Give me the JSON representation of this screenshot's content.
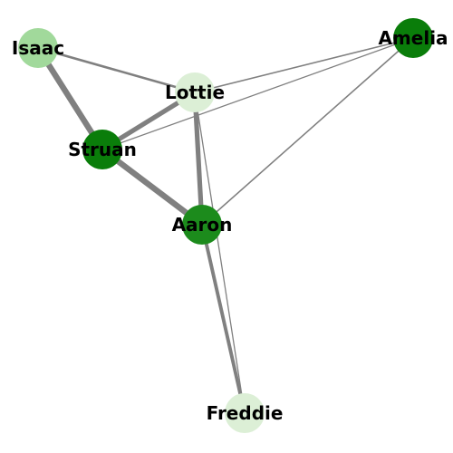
{
  "nodes": [
    {
      "id": "isaac",
      "label": "Isaac",
      "color": "#a1d99b"
    },
    {
      "id": "amelia",
      "label": "Amelia",
      "color": "#0a7d0a"
    },
    {
      "id": "lottie",
      "label": "Lottie",
      "color": "#dcefd6"
    },
    {
      "id": "struan",
      "label": "Struan",
      "color": "#0a7d0a"
    },
    {
      "id": "aaron",
      "label": "Aaron",
      "color": "#1c8b1c"
    },
    {
      "id": "freddie",
      "label": "Freddie",
      "color": "#dcefd6"
    }
  ],
  "edges": [
    {
      "source": "isaac",
      "target": "lottie",
      "weight": 2
    },
    {
      "source": "isaac",
      "target": "struan",
      "weight": 5
    },
    {
      "source": "lottie",
      "target": "struan",
      "weight": 4
    },
    {
      "source": "lottie",
      "target": "aaron",
      "weight": 4
    },
    {
      "source": "lottie",
      "target": "freddie",
      "weight": 1
    },
    {
      "source": "lottie",
      "target": "amelia",
      "weight": 1.2
    },
    {
      "source": "struan",
      "target": "amelia",
      "weight": 1
    },
    {
      "source": "struan",
      "target": "aaron",
      "weight": 5
    },
    {
      "source": "aaron",
      "target": "amelia",
      "weight": 1.2
    },
    {
      "source": "aaron",
      "target": "freddie",
      "weight": 3
    }
  ],
  "edge_color": "#808080"
}
